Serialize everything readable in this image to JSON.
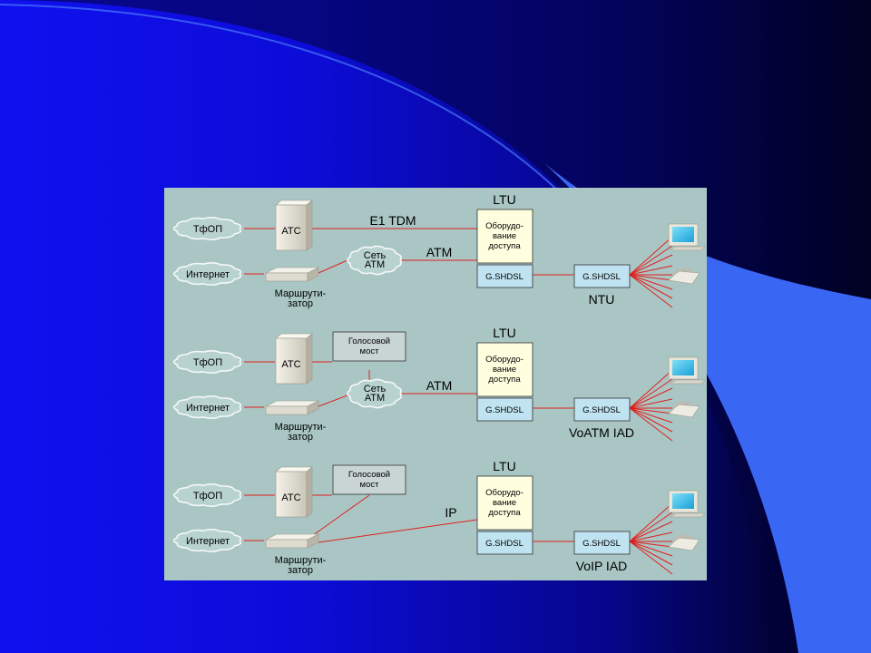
{
  "colors": {
    "panel": "#a9c6c4",
    "link": "#e0201c",
    "equipment_box": "#ffffe0",
    "port_box": "#bfe3f0"
  },
  "rows": [
    {
      "pstn": "ТфОП",
      "internet": "Интернет",
      "exchange": "АТС",
      "router": [
        "Маршрути-",
        "затор"
      ],
      "atm_cloud": [
        "Сеть",
        "АТМ"
      ],
      "voice_bridge": null,
      "link_top": "E1 TDM",
      "link_main": "ATM",
      "ltu": "LTU",
      "access_equipment": [
        "Оборудо-",
        "вание",
        "доступа"
      ],
      "ltu_port": "G.SHDSL",
      "remote_port": "G.SHDSL",
      "remote_unit": "NTU"
    },
    {
      "pstn": "ТфОП",
      "internet": "Интернет",
      "exchange": "АТС",
      "router": [
        "Маршрути-",
        "затор"
      ],
      "atm_cloud": [
        "Сеть",
        "АТМ"
      ],
      "voice_bridge": [
        "Голосовой",
        "мост"
      ],
      "link_top": null,
      "link_main": "ATM",
      "ltu": "LTU",
      "access_equipment": [
        "Оборудо-",
        "вание",
        "доступа"
      ],
      "ltu_port": "G.SHDSL",
      "remote_port": "G.SHDSL",
      "remote_unit": "VoATM IAD"
    },
    {
      "pstn": "ТфОП",
      "internet": "Интернет",
      "exchange": "АТС",
      "router": [
        "Маршрути-",
        "затор"
      ],
      "atm_cloud": null,
      "voice_bridge": [
        "Голосовой",
        "мост"
      ],
      "link_top": null,
      "link_main": "IP",
      "ltu": "LTU",
      "access_equipment": [
        "Оборудо-",
        "вание",
        "доступа"
      ],
      "ltu_port": "G.SHDSL",
      "remote_port": "G.SHDSL",
      "remote_unit": "VoIP IAD"
    }
  ]
}
